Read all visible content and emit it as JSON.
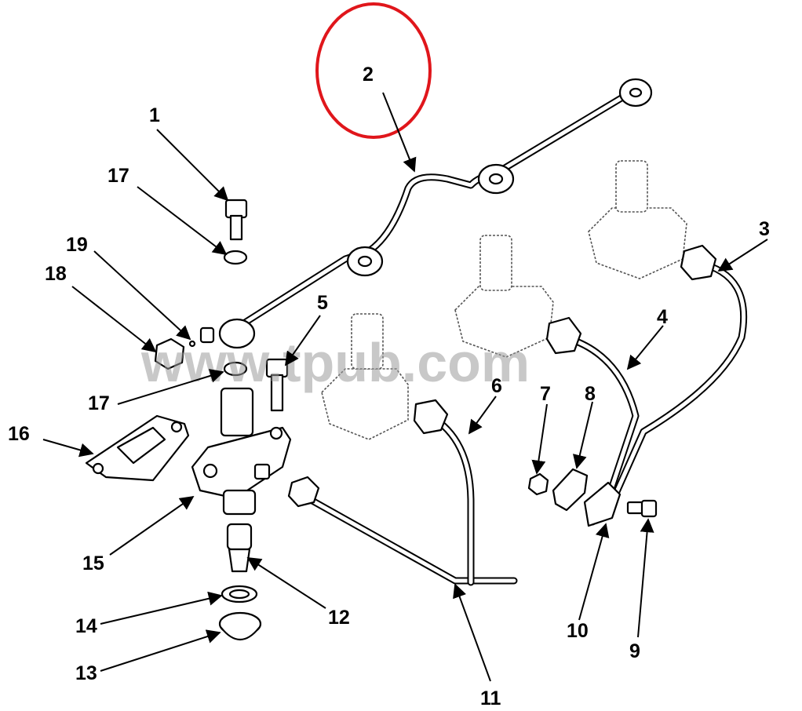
{
  "callouts": {
    "c1": "1",
    "c2": "2",
    "c3": "3",
    "c4": "4",
    "c5": "5",
    "c6": "6",
    "c7": "7",
    "c8": "8",
    "c9": "9",
    "c10": "10",
    "c11": "11",
    "c12": "12",
    "c13": "13",
    "c14": "14",
    "c15": "15",
    "c16": "16",
    "c17a": "17",
    "c17b": "17",
    "c18": "18",
    "c19": "19"
  },
  "watermark": "www.tpub.com",
  "colors": {
    "highlight": "#e0161b",
    "ink": "#000000",
    "watermark": "#9a9a9a"
  }
}
